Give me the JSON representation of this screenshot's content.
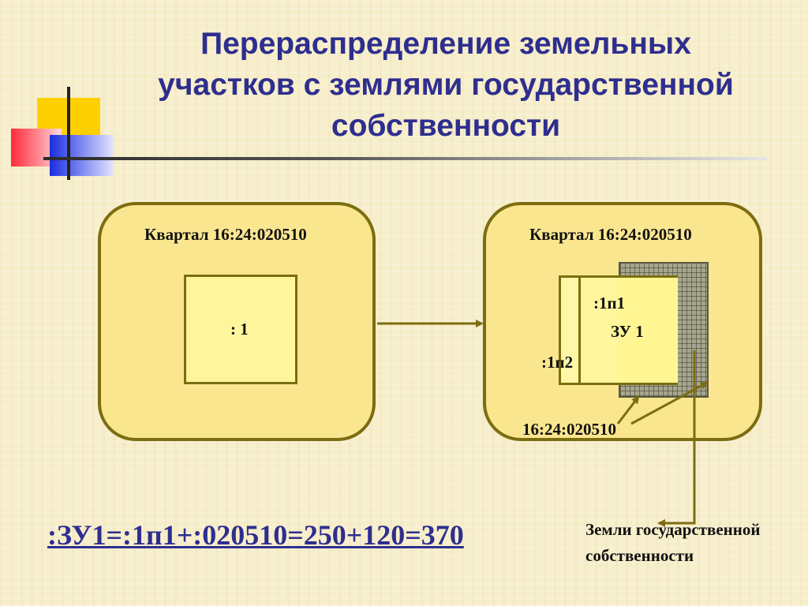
{
  "title": {
    "line1": "Перераспределение земельных",
    "line2": "участков с землями государственной",
    "line3": "собственности"
  },
  "left_quarter": {
    "label": "Квартал 16:24:020510",
    "parcel_label": ": 1"
  },
  "right_quarter": {
    "label": "Квартал 16:24:020510",
    "part1_label": ":1п1",
    "parcel_label": "ЗУ 1",
    "part2_label": ":1п2",
    "cadastral_label": "16:24:020510"
  },
  "state_land_caption": "Земли государственной собственности",
  "formula": ":ЗУ1=:1п1+:020510=250+120=370",
  "colors": {
    "title": "#2e2e8f",
    "quarter_fill": "#fbe690",
    "outline": "#7c6d10",
    "arrow": "#7c6d10"
  }
}
